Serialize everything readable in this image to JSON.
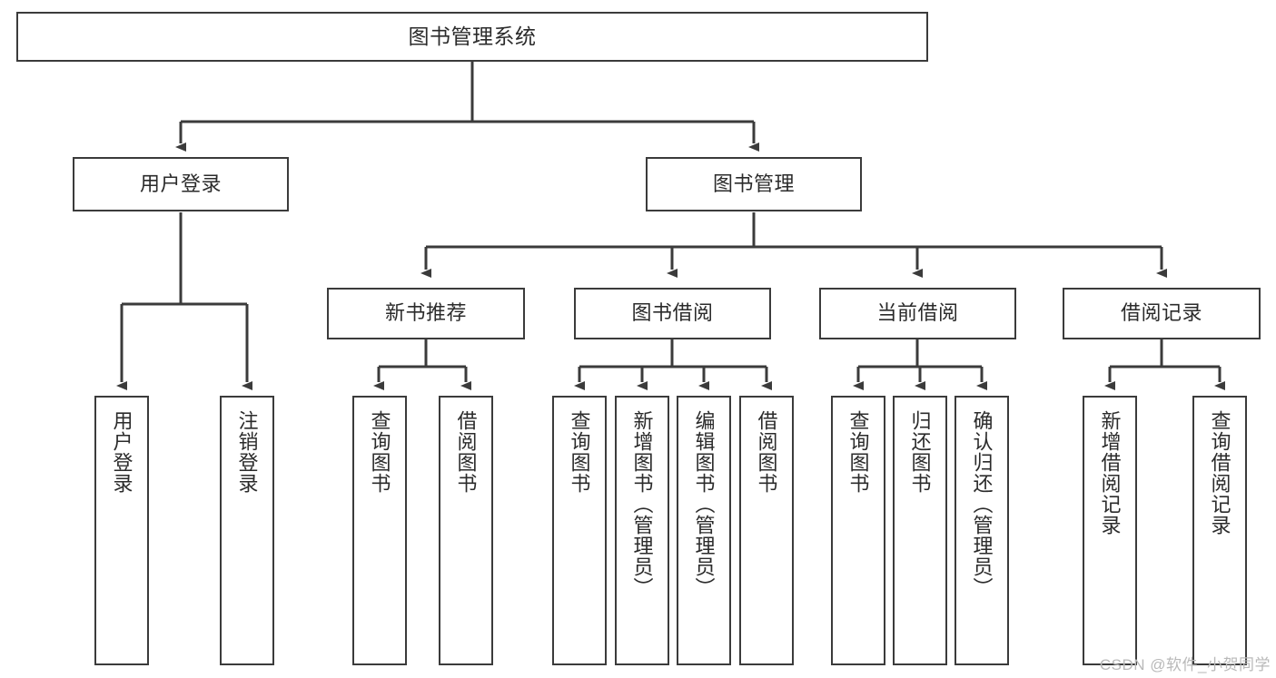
{
  "diagram": {
    "title": "图书管理系统",
    "watermark": "CSDN @软件_小贺同学",
    "colors": {
      "stroke": "#3b3b3b",
      "text": "#2b2b2b",
      "background": "#ffffff",
      "watermark": "#b9b9b9"
    },
    "levels": {
      "root": {
        "label": "图书管理系统"
      },
      "level2": [
        {
          "label": "用户登录"
        },
        {
          "label": "图书管理"
        }
      ],
      "level3": [
        {
          "label": "新书推荐"
        },
        {
          "label": "图书借阅"
        },
        {
          "label": "当前借阅"
        },
        {
          "label": "借阅记录"
        }
      ],
      "leaves": {
        "user_login": [
          {
            "label": "用户登录"
          },
          {
            "label": "注销登录"
          }
        ],
        "new_book_recommend": [
          {
            "label": "查询图书"
          },
          {
            "label": "借阅图书"
          }
        ],
        "book_borrow": [
          {
            "label": "查询图书"
          },
          {
            "label": "新增图书（管理员）"
          },
          {
            "label": "编辑图书（管理员）"
          },
          {
            "label": "借阅图书"
          }
        ],
        "current_borrow": [
          {
            "label": "查询图书"
          },
          {
            "label": "归还图书"
          },
          {
            "label": "确认归还（管理员）"
          }
        ],
        "borrow_record": [
          {
            "label": "新增借阅记录"
          },
          {
            "label": "查询借阅记录"
          }
        ]
      }
    }
  }
}
